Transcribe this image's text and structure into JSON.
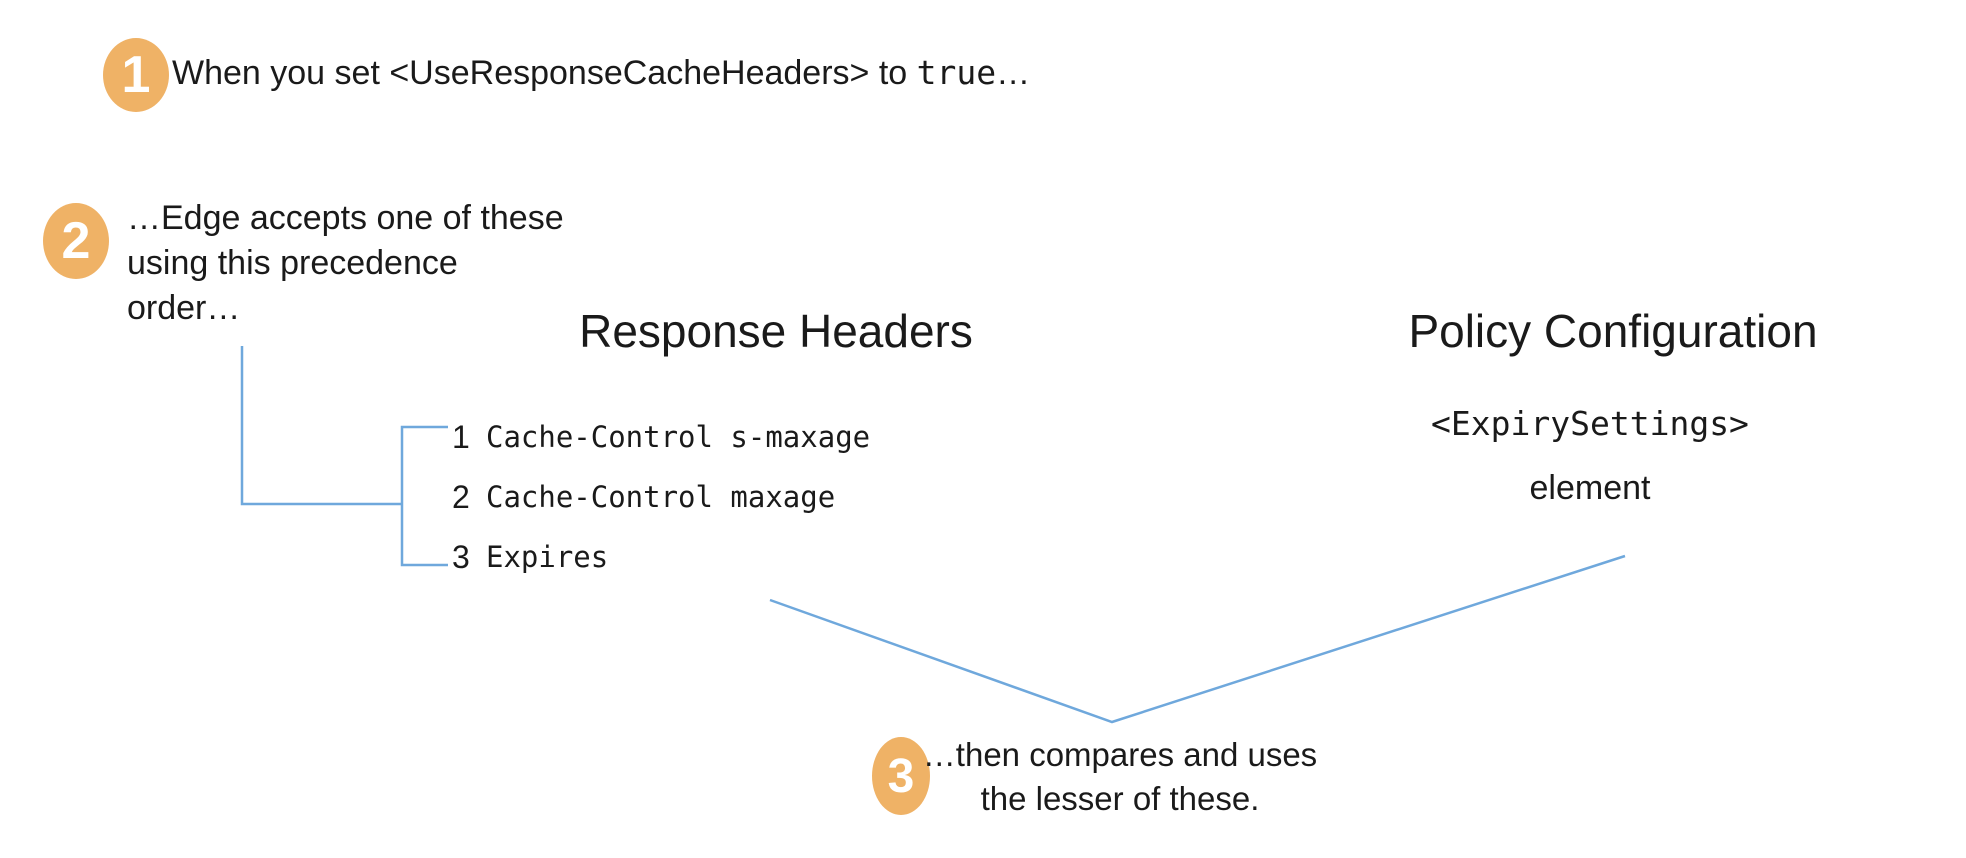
{
  "colors": {
    "badge_fill": "#EFB266",
    "badge_number": "#FFFFFF",
    "connector_blue": "#6FA8DC",
    "text": "#1A1A1A",
    "background": "#FFFFFF"
  },
  "steps": [
    {
      "number": "1",
      "text_before": "When you set <UseResponseCacheHeaders> to ",
      "code": "true",
      "text_after": "…"
    },
    {
      "number": "2",
      "lines": [
        "…Edge accepts one of these",
        "using this precedence",
        "order…"
      ]
    },
    {
      "number": "3",
      "lines": [
        "…then compares and uses",
        "the lesser of these."
      ]
    }
  ],
  "response_headers": {
    "title": "Response Headers",
    "items": [
      {
        "rank": "1",
        "value": "Cache-Control s-maxage"
      },
      {
        "rank": "2",
        "value": "Cache-Control maxage"
      },
      {
        "rank": "3",
        "value": "Expires"
      }
    ]
  },
  "policy_configuration": {
    "title": "Policy Configuration",
    "code": "<ExpirySettings>",
    "caption": "element"
  }
}
